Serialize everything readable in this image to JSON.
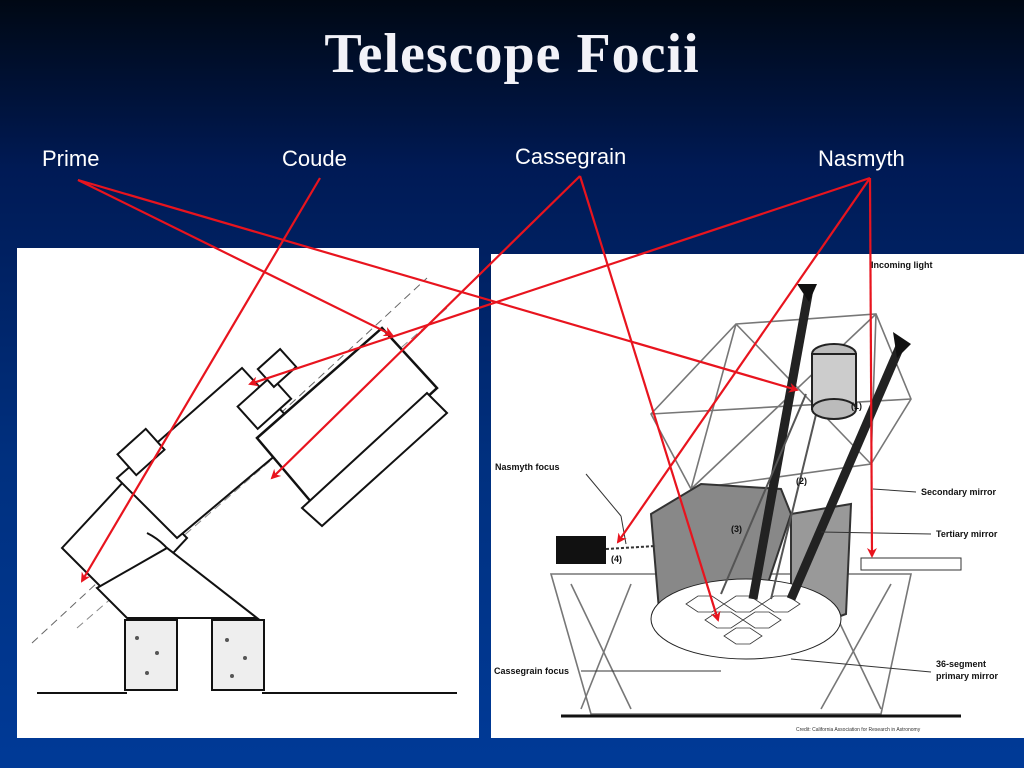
{
  "slide": {
    "title": "Telescope Focii"
  },
  "focus_labels": {
    "prime": "Prime",
    "coude": "Coude",
    "cassegrain": "Cassegrain",
    "nasmyth": "Nasmyth"
  },
  "right_diagram": {
    "incoming_light": "Incoming light",
    "nasmyth_focus": "Nasmyth focus",
    "secondary_mirror": "Secondary mirror",
    "tertiary_mirror": "Tertiary mirror",
    "cassegrain_focus": "Cassegrain focus",
    "primary_mirror_line1": "36-segment",
    "primary_mirror_line2": "primary mirror",
    "marker_1": "(1)",
    "marker_2": "(2)",
    "marker_3": "(3)",
    "marker_4": "(4)",
    "credit": "Credit: California Association for Research in Astronomy"
  },
  "colors": {
    "arrow": "#e8141e",
    "label": "#ffffff",
    "title": "#f2f2f8"
  }
}
